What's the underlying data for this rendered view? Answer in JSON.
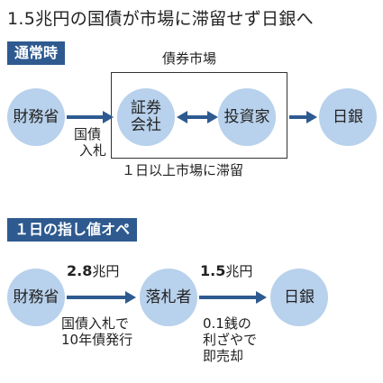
{
  "title": "1.5兆円の国債が市場に滞留せず日銀へ",
  "section_normal": {
    "badge": "通常時",
    "market_label": "債券市場",
    "nodes": {
      "mof": "財務省",
      "securities_line1": "証券",
      "securities_line2": "会社",
      "investor": "投資家",
      "boj": "日銀"
    },
    "bid_label_line1": "国債",
    "bid_label_line2": "入札",
    "stay_label": "１日以上市場に滞留"
  },
  "section_op": {
    "badge": "１日の指し値オペ",
    "nodes": {
      "mof": "財務省",
      "winner": "落札者",
      "boj": "日銀"
    },
    "amount1_value": "2.8",
    "amount1_unit": "兆円",
    "amount2_value": "1.5",
    "amount2_unit": "兆円",
    "note1_line1": "国債入札で",
    "note1_line2": "10年債発行",
    "note2_line1": "0.1銭の",
    "note2_line2": "利ざやで",
    "note2_line3": "即売却"
  },
  "colors": {
    "badge_bg": "#2e5a90",
    "node_fill": "#b8d1ec",
    "arrow": "#2e5a90"
  }
}
